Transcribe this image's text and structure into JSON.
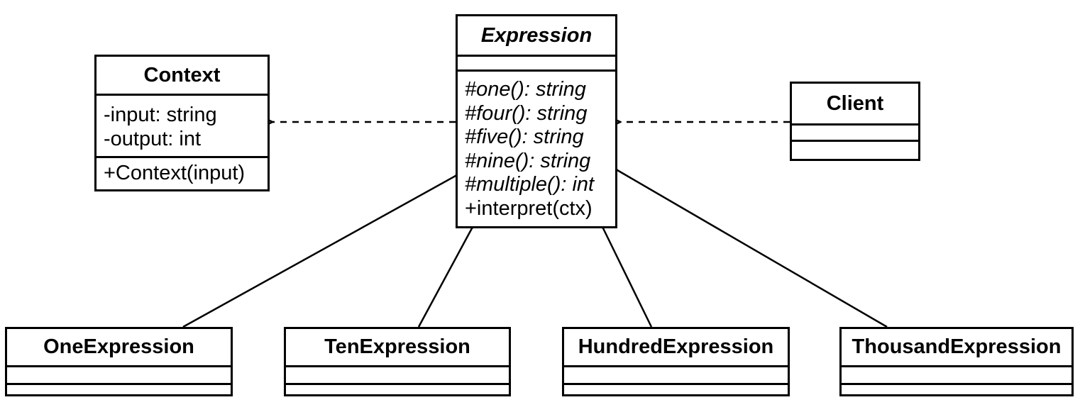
{
  "classes": {
    "context": {
      "name": "Context",
      "attributes": [
        "-input: string",
        "-output: int"
      ],
      "methods": [
        "+Context(input)"
      ]
    },
    "expression": {
      "name": "Expression",
      "abstract": true,
      "attributes": [],
      "methods": [
        "#one(): string",
        "#four(): string",
        "#five(): string",
        "#nine(): string",
        "#multiple(): int",
        "+interpret(ctx)"
      ]
    },
    "client": {
      "name": "Client",
      "attributes": [],
      "methods": []
    },
    "one_expression": {
      "name": "OneExpression",
      "attributes": [],
      "methods": []
    },
    "ten_expression": {
      "name": "TenExpression",
      "attributes": [],
      "methods": []
    },
    "hundred_expression": {
      "name": "HundredExpression",
      "attributes": [],
      "methods": []
    },
    "thousand_expression": {
      "name": "ThousandExpression",
      "attributes": [],
      "methods": []
    }
  },
  "relationships": [
    {
      "from": "Expression",
      "to": "Context",
      "type": "dashed-dependency"
    },
    {
      "from": "Client",
      "to": "Expression",
      "type": "dashed-dependency"
    },
    {
      "from": "OneExpression",
      "to": "Expression",
      "type": "generalization"
    },
    {
      "from": "TenExpression",
      "to": "Expression",
      "type": "generalization"
    },
    {
      "from": "HundredExpression",
      "to": "Expression",
      "type": "generalization"
    },
    {
      "from": "ThousandExpression",
      "to": "Expression",
      "type": "generalization"
    }
  ],
  "colors": {
    "stroke": "#000000",
    "fill": "#ffffff",
    "text": "#000000",
    "background": "#ffffff"
  }
}
